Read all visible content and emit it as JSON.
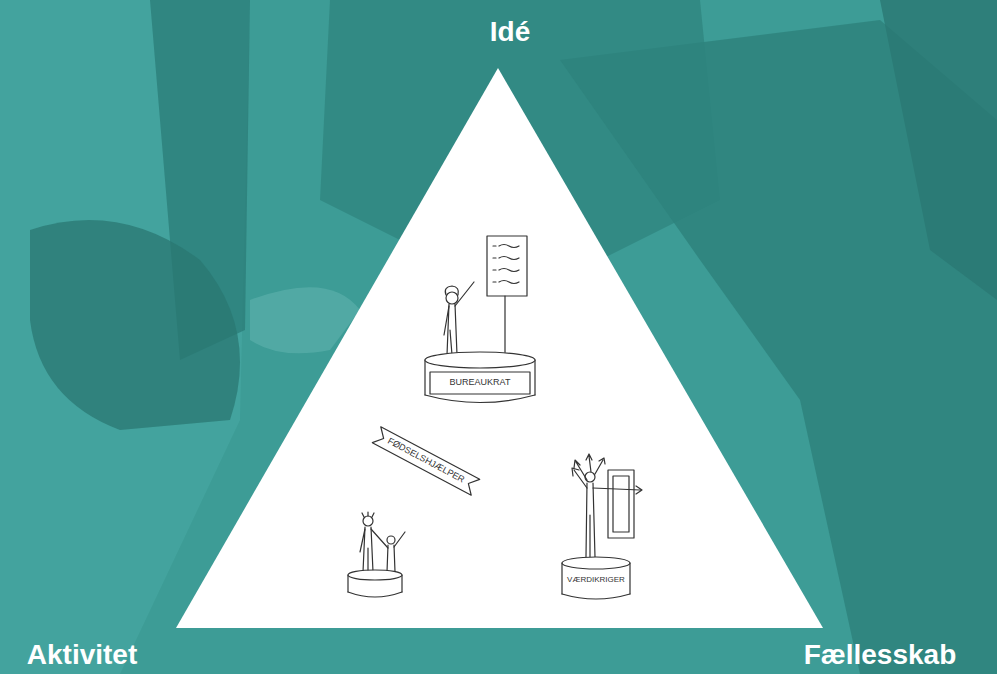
{
  "diagram": {
    "labels": [
      "Idé",
      "Aktivitet",
      "Fællesskab",
      "BUREAUKRAT",
      "FØDSELSHJÆLPER",
      "VÆRDIKRIGER"
    ]
  }
}
